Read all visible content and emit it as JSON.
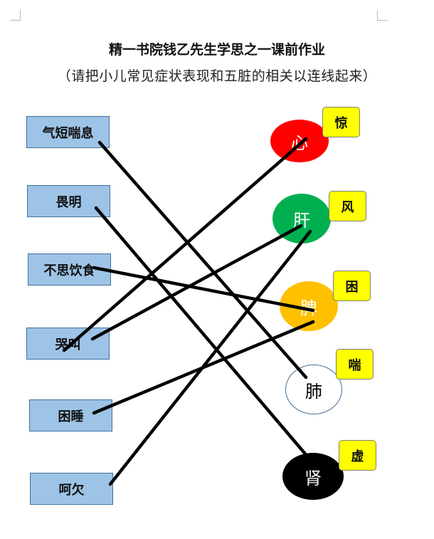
{
  "title": "精一书院钱乙先生学思之一课前作业",
  "subtitle": "（请把小儿常见症状表现和五脏的相关以连线起来）",
  "symptoms": [
    {
      "label": "气短喘息"
    },
    {
      "label": "畏明"
    },
    {
      "label": "不思饮食"
    },
    {
      "label": "哭叫"
    },
    {
      "label": "困睡"
    },
    {
      "label": "呵欠"
    }
  ],
  "organs": [
    {
      "label": "心",
      "fill": "#ff0000",
      "text_color": "#ffffff",
      "tag": "惊"
    },
    {
      "label": "肝",
      "fill": "#00b050",
      "text_color": "#ffffff",
      "tag": "风"
    },
    {
      "label": "脾",
      "fill": "#ffc000",
      "text_color": "#ffffff",
      "tag": "困"
    },
    {
      "label": "肺",
      "fill": "#ffffff",
      "text_color": "#000000",
      "tag": "喘"
    },
    {
      "label": "肾",
      "fill": "#000000",
      "text_color": "#ffffff",
      "tag": "虚"
    }
  ],
  "connections": [
    {
      "symptom": "气短喘息",
      "organ": "肺"
    },
    {
      "symptom": "畏明",
      "organ": "肾"
    },
    {
      "symptom": "不思饮食",
      "organ": "脾"
    },
    {
      "symptom": "哭叫",
      "organ": "心"
    },
    {
      "symptom": "哭叫",
      "organ": "肝"
    },
    {
      "symptom": "困睡",
      "organ": "脾"
    },
    {
      "symptom": "呵欠",
      "organ": "肝"
    }
  ]
}
